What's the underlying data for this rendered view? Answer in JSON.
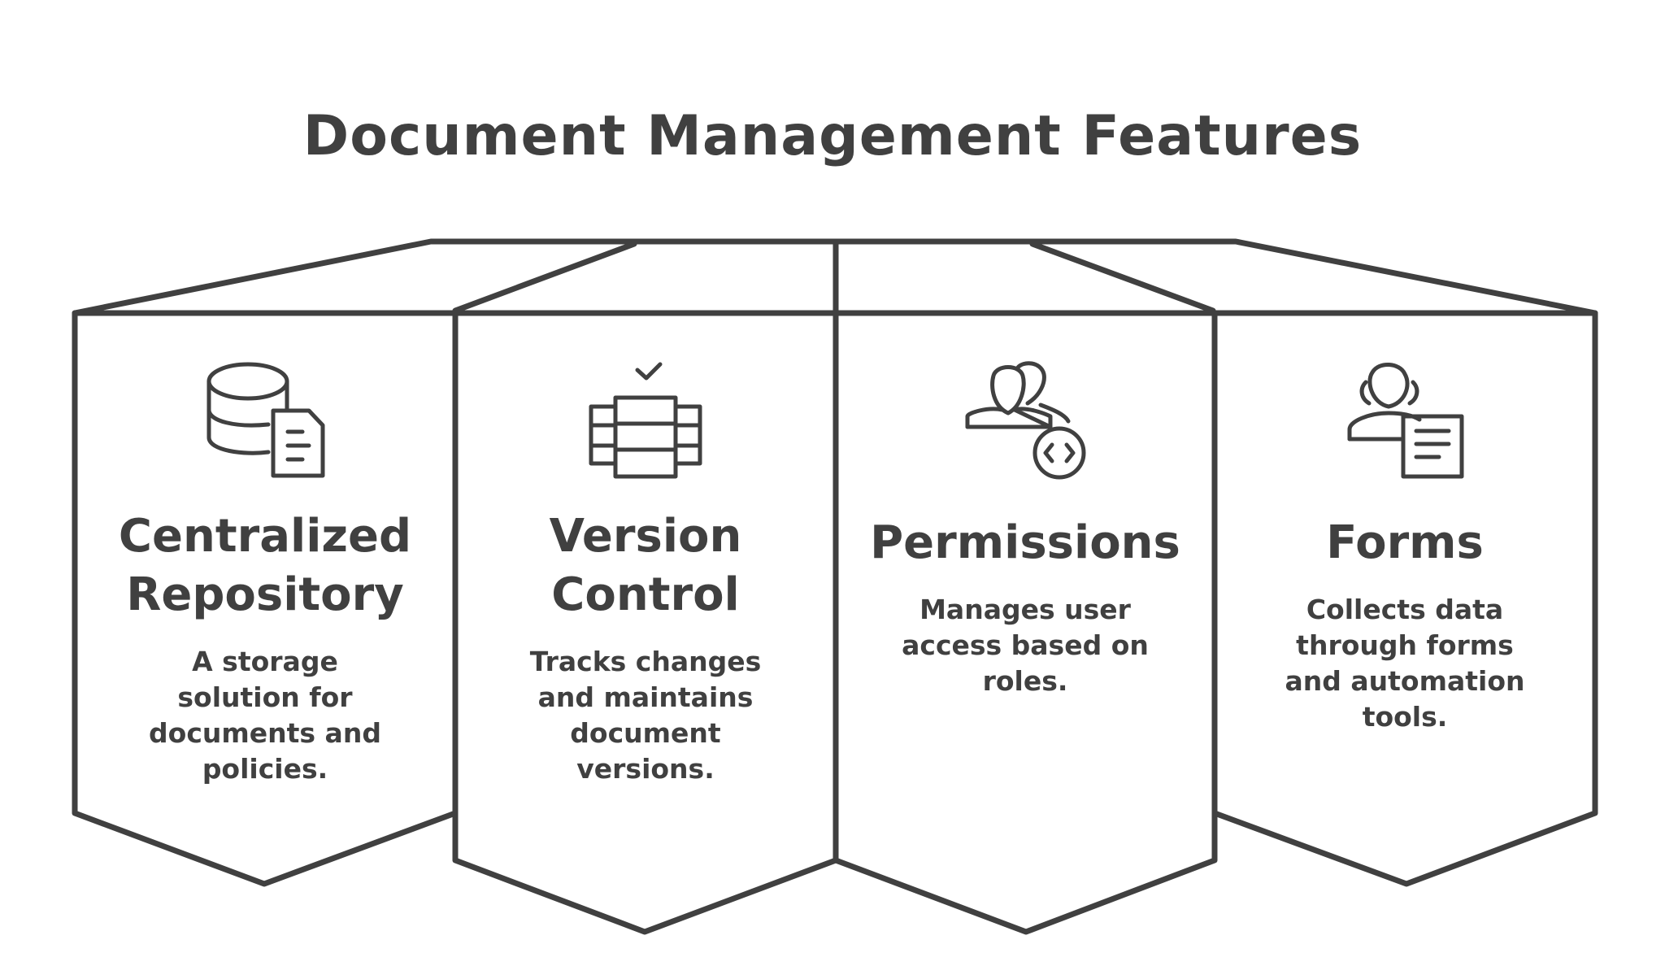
{
  "title": "Document Management Features",
  "panels": [
    {
      "heading": "Centralized Repository",
      "description": "A storage solution for documents and policies.",
      "icon": "database-document-icon"
    },
    {
      "heading": "Version Control",
      "description": "Tracks changes and maintains document versions.",
      "icon": "version-stack-icon"
    },
    {
      "heading": "Permissions",
      "description": "Manages user access based on roles.",
      "icon": "users-code-icon"
    },
    {
      "heading": "Forms",
      "description": "Collects data through forms and automation tools.",
      "icon": "person-form-icon"
    }
  ],
  "colors": {
    "stroke": "#404040",
    "background": "#ffffff"
  }
}
